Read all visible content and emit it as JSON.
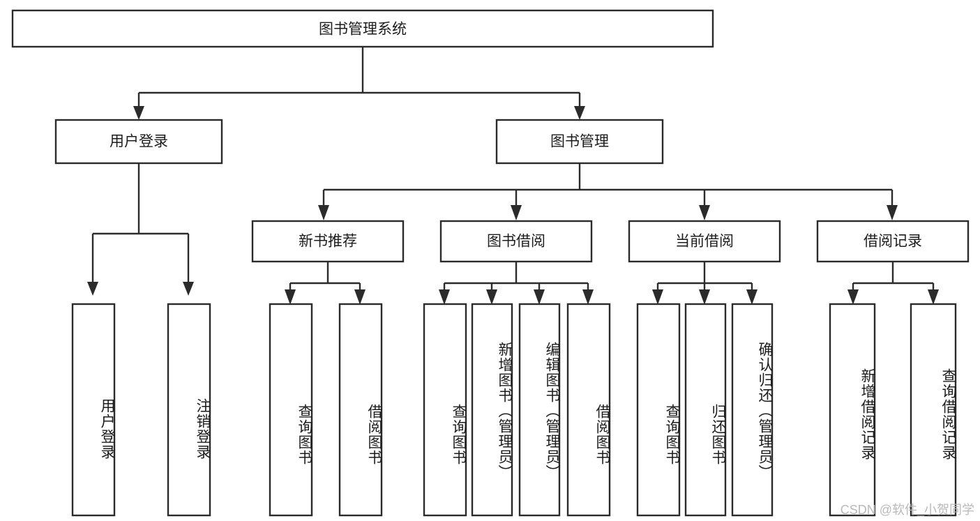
{
  "diagram": {
    "type": "tree-hierarchy",
    "title": "图书管理系统",
    "watermark": "CSDN @软件_小贺同学",
    "colors": {
      "stroke": "#2b2b2b",
      "fill": "#ffffff",
      "text": "#1c1c1c",
      "watermark": "#b9b9b9",
      "background": "#ffffff"
    },
    "root": {
      "id": "root",
      "label": "图书管理系统",
      "orientation": "horizontal"
    },
    "level1": [
      {
        "id": "user-login",
        "label": "用户登录",
        "orientation": "horizontal"
      },
      {
        "id": "book-manage",
        "label": "图书管理",
        "orientation": "horizontal"
      }
    ],
    "level2": [
      {
        "id": "new-book-rec",
        "label": "新书推荐",
        "parent": "book-manage",
        "orientation": "horizontal"
      },
      {
        "id": "book-borrow",
        "label": "图书借阅",
        "parent": "book-manage",
        "orientation": "horizontal"
      },
      {
        "id": "current-borrow",
        "label": "当前借阅",
        "parent": "book-manage",
        "orientation": "horizontal"
      },
      {
        "id": "borrow-record",
        "label": "借阅记录",
        "parent": "book-manage",
        "orientation": "horizontal"
      }
    ],
    "leaves": [
      {
        "id": "leaf-user-login",
        "label": "用户登录",
        "parent": "user-login",
        "orientation": "vertical"
      },
      {
        "id": "leaf-logout",
        "label": "注销登录",
        "parent": "user-login",
        "orientation": "vertical"
      },
      {
        "id": "leaf-query-book-1",
        "label": "查询图书",
        "parent": "new-book-rec",
        "orientation": "vertical"
      },
      {
        "id": "leaf-borrow-book-1",
        "label": "借阅图书",
        "parent": "new-book-rec",
        "orientation": "vertical"
      },
      {
        "id": "leaf-query-book-2",
        "label": "查询图书",
        "parent": "book-borrow",
        "orientation": "vertical"
      },
      {
        "id": "leaf-add-book",
        "label": "新增图书（管理员）",
        "parent": "book-borrow",
        "orientation": "vertical"
      },
      {
        "id": "leaf-edit-book",
        "label": "编辑图书（管理员）",
        "parent": "book-borrow",
        "orientation": "vertical"
      },
      {
        "id": "leaf-borrow-book-2",
        "label": "借阅图书",
        "parent": "book-borrow",
        "orientation": "vertical"
      },
      {
        "id": "leaf-query-book-3",
        "label": "查询图书",
        "parent": "current-borrow",
        "orientation": "vertical"
      },
      {
        "id": "leaf-return-book",
        "label": "归还图书",
        "parent": "current-borrow",
        "orientation": "vertical"
      },
      {
        "id": "leaf-confirm-return",
        "label": "确认归还（管理员）",
        "parent": "current-borrow",
        "orientation": "vertical"
      },
      {
        "id": "leaf-add-record",
        "label": "新增借阅记录",
        "parent": "borrow-record",
        "orientation": "vertical"
      },
      {
        "id": "leaf-query-record",
        "label": "查询借阅记录",
        "parent": "borrow-record",
        "orientation": "vertical"
      }
    ]
  }
}
